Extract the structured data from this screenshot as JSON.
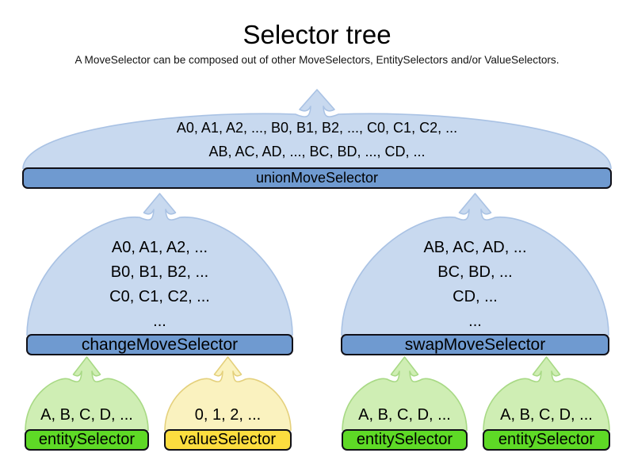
{
  "title": "Selector tree",
  "subtitle": "A MoveSelector can be composed out of other MoveSelectors, EntitySelectors and/or ValueSelectors.",
  "colors": {
    "blue_fill": "#c8d9ef",
    "blue_stroke": "#a9c2e4",
    "blue_bar": "#6f9ad0",
    "green_fill": "#cfeeb4",
    "green_stroke": "#a8d985",
    "green_bar": "#5ed926",
    "yellow_fill": "#faf2bf",
    "yellow_stroke": "#e4d07c",
    "yellow_bar": "#fcdd3f",
    "bar_border": "#101018",
    "text": "#000000"
  },
  "nodes": [
    {
      "id": "union",
      "label": "unionMoveSelector",
      "color": "blue",
      "lines": [
        "A0, A1, A2, ..., B0, B1, B2, ..., C0, C1, C2, ...",
        "AB, AC, AD, ..., BC, BD, ..., CD, ..."
      ]
    },
    {
      "id": "change",
      "label": "changeMoveSelector",
      "color": "blue",
      "lines": [
        "A0, A1, A2, ...",
        "B0, B1, B2, ...",
        "C0, C1, C2, ...",
        "..."
      ]
    },
    {
      "id": "swap",
      "label": "swapMoveSelector",
      "color": "blue",
      "lines": [
        "AB, AC, AD, ...",
        "BC, BD, ...",
        "CD, ...",
        "..."
      ]
    },
    {
      "id": "entity1",
      "label": "entitySelector",
      "color": "green",
      "lines": [
        "A, B, C, D, ..."
      ]
    },
    {
      "id": "value1",
      "label": "valueSelector",
      "color": "yellow",
      "lines": [
        "0, 1, 2, ..."
      ]
    },
    {
      "id": "entity2",
      "label": "entitySelector",
      "color": "green",
      "lines": [
        "A, B, C, D, ..."
      ]
    },
    {
      "id": "entity3",
      "label": "entitySelector",
      "color": "green",
      "lines": [
        "A, B, C, D, ..."
      ]
    }
  ]
}
